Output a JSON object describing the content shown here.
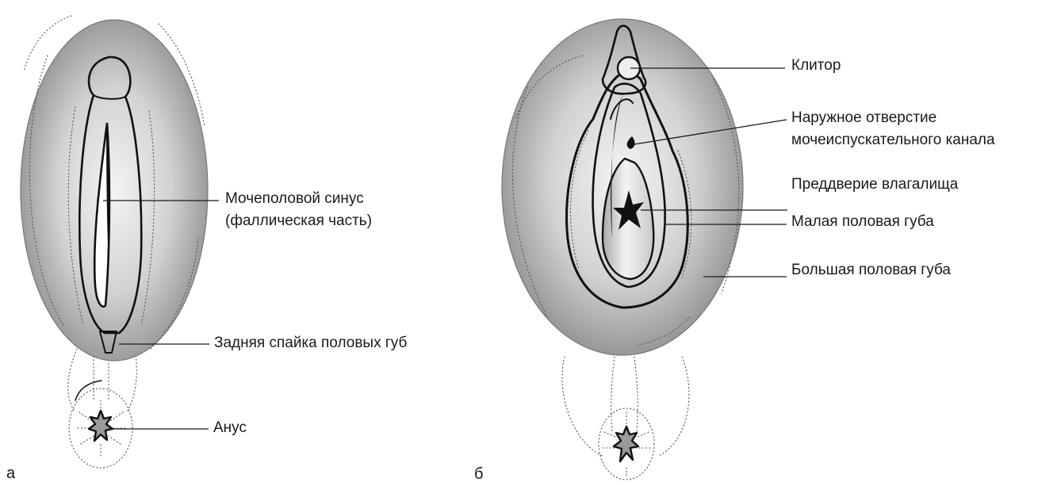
{
  "panels": {
    "a": {
      "letter": "а",
      "labels": {
        "sinus_line1": "Мочеполовой синус",
        "sinus_line2": "(фаллическая часть)",
        "commissure": "Задняя спайка половых губ",
        "anus": "Анус"
      }
    },
    "b": {
      "letter": "б",
      "labels": {
        "clitoris": "Клитор",
        "urethra_line1": "Наружное отверстие",
        "urethra_line2": "мочеиспускательного канала",
        "vestibule": "Преддверие влагалища",
        "labia_minora": "Малая половая губа",
        "labia_majora": "Большая половая губа"
      }
    }
  },
  "colors": {
    "ellipse_center": "#f2f2f2",
    "ellipse_edge": "#8f8f8f",
    "ink": "#111111"
  }
}
